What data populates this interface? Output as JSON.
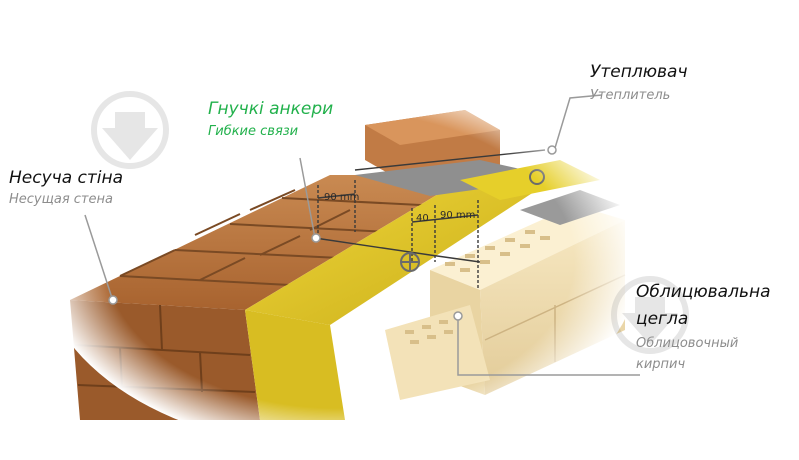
{
  "labels": {
    "load_wall": {
      "ua": "Несуча стіна",
      "ru": "Несущая стена"
    },
    "flexible_anchors": {
      "ua": "Гнучкі анкери",
      "ru": "Гибкие связи"
    },
    "insulation": {
      "ua": "Утеплювач",
      "ru": "Утеплитель"
    },
    "facing_brick": {
      "ua_line1": "Облицювальна",
      "ua_line2": "цегла",
      "ru_line1": "Облицовочный",
      "ru_line2": "кирпич"
    }
  },
  "dimensions": {
    "top_gap": "90 mm",
    "anchor_small": "40",
    "anchor_gap": "90 mm"
  },
  "icons": [
    "download-watermark-icon",
    "download-watermark-icon"
  ],
  "colors": {
    "accent_green": "#22b14c",
    "red_brick": "#b8743d",
    "insulation": "#e6cf2a",
    "facing_brick": "#f0ddb0",
    "label_gray": "#8d8d8d"
  }
}
